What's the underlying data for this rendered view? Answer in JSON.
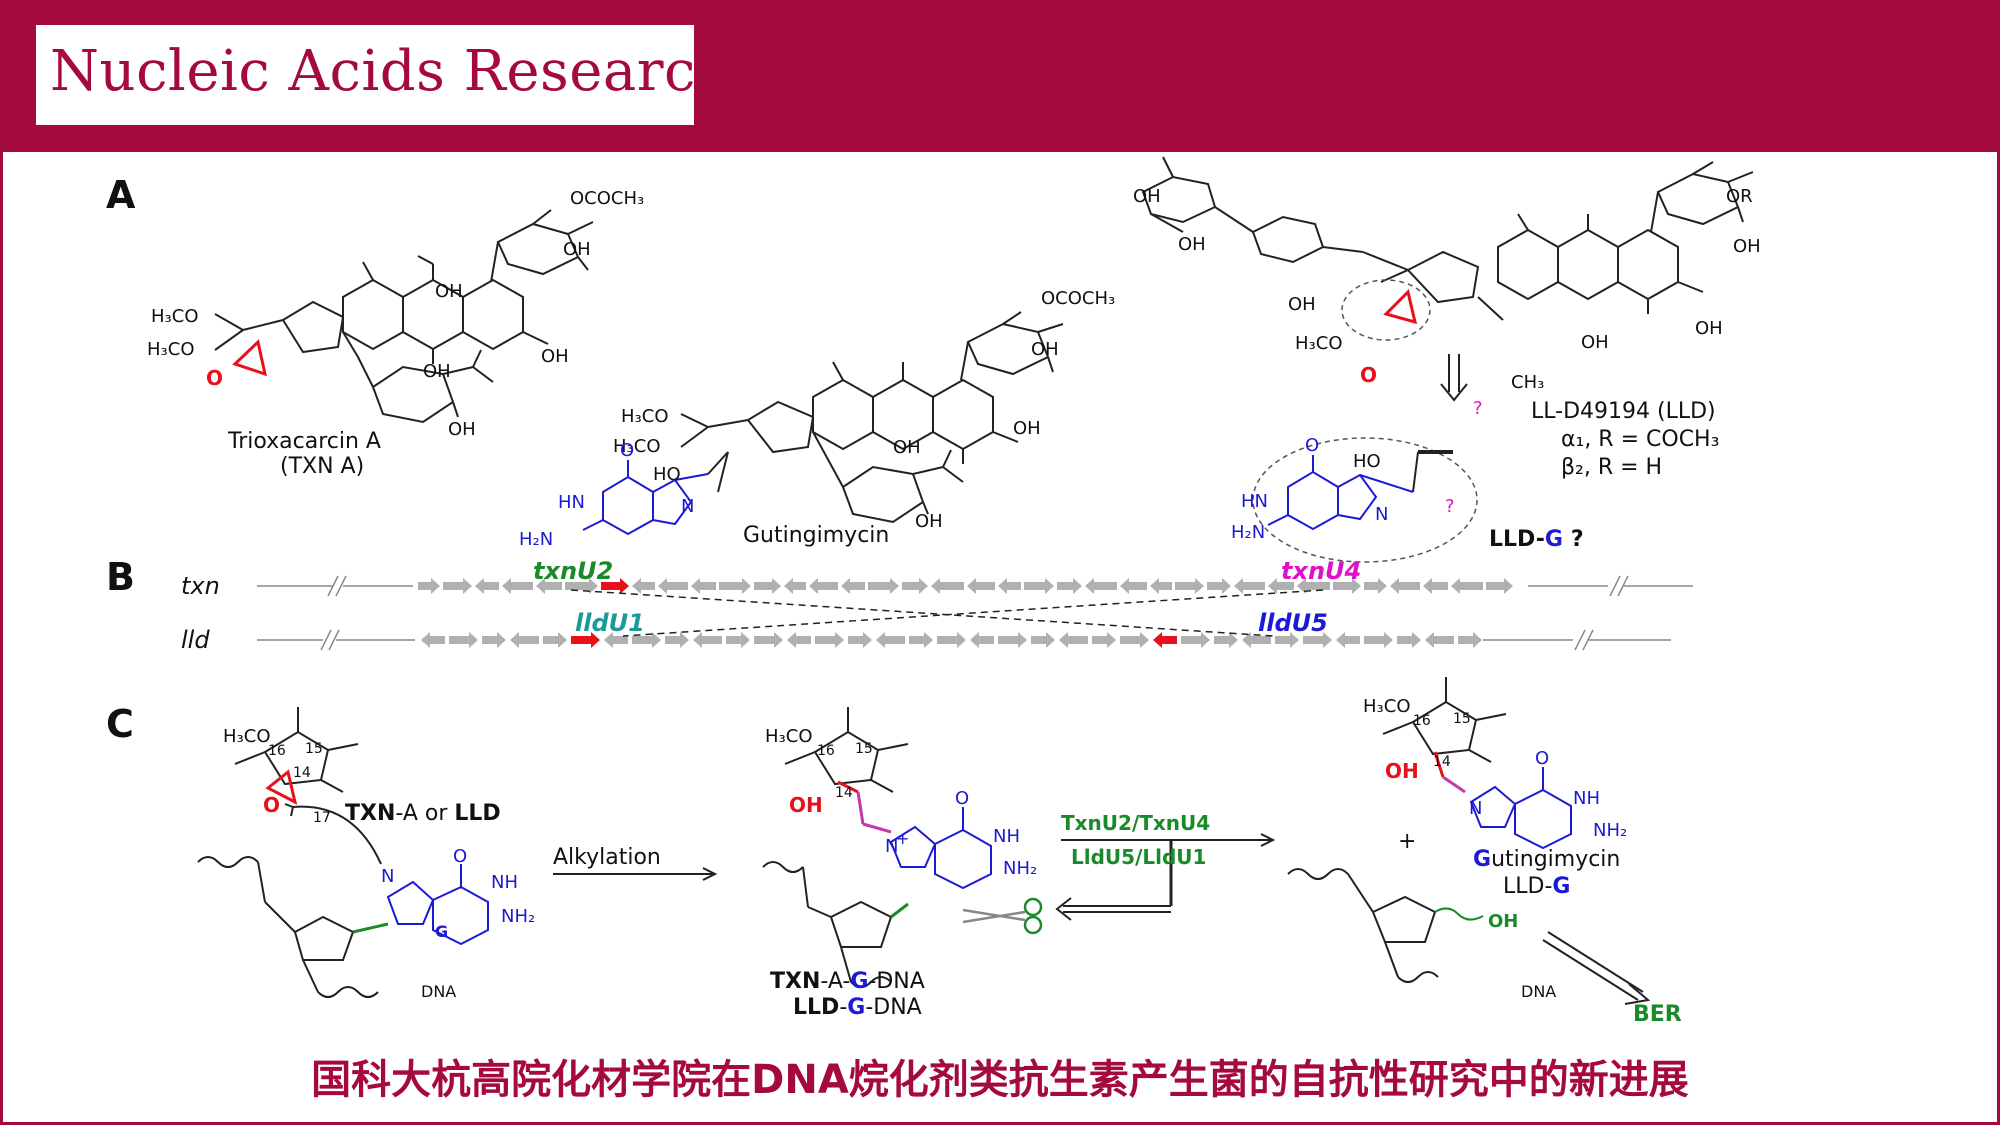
{
  "journal": {
    "name": "Nucleic Acids Research"
  },
  "caption": "国科大杭高院化材学院在DNA烷化剂类抗生素产生菌的自抗性研究中的新进展",
  "colors": {
    "brand": "#a50a3d",
    "epoxide_red": "#e8101a",
    "base_blue": "#1b1bd6",
    "green": "#1a8a2a",
    "magenta": "#e010c8",
    "teal": "#1a9a9a",
    "gene_gray": "#b0b0b0",
    "gene_red": "#e8101a"
  },
  "panel_a": {
    "label": "A",
    "txn_a": {
      "name": "Trioxacarcin A",
      "abbr": "(TXN A)",
      "sub_ococh3": "OCOCH₃",
      "sub_oh1": "OH",
      "sub_oh2": "OH",
      "sub_oh3": "OH",
      "sub_oh4": "OH",
      "sub_oh5": "OH",
      "sub_h3co1": "H₃CO",
      "sub_h3co2": "H₃CO",
      "epox_o": "O"
    },
    "gutingimycin": {
      "name": "Gutingimycin",
      "sub_ococh3": "OCOCH₃",
      "sub_oh1": "OH",
      "sub_oh2": "OH",
      "sub_oh3": "OH",
      "sub_oh4": "OH",
      "sub_ho": "HO",
      "sub_h3co1": "H₃CO",
      "sub_h3co2": "H₃CO",
      "base_hn": "HN",
      "base_n": "N",
      "base_o": "O",
      "base_nh2": "H₂N"
    },
    "lld": {
      "name": "LL-D49194 (LLD)",
      "alpha": "α₁, R = COCH₃",
      "beta": "β₂, R = H",
      "sub_or": "OR",
      "sub_oh1": "OH",
      "sub_oh2": "OH",
      "sub_oh3": "OH",
      "sub_oh4": "OH",
      "sub_oh5": "OH",
      "sub_oh6": "OH",
      "sub_h3co": "H₃CO",
      "sub_ch3": "CH₃",
      "epox_o": "O",
      "question": "?",
      "product_ho": "HO",
      "product_label": "LLD-",
      "product_g": "G",
      "product_q": "?",
      "base_hn": "HN",
      "base_o": "O",
      "base_nh2": "H₂N",
      "base_n": "N"
    }
  },
  "panel_b": {
    "label": "B",
    "txn_row": "txn",
    "lld_row": "lld",
    "genes": {
      "txnU2": "txnU2",
      "txnU4": "txnU4",
      "lldU1": "lldU1",
      "lldU5": "lldU5"
    }
  },
  "panel_c": {
    "label": "C",
    "reactant_label_a": "TXN",
    "reactant_label_b": "-A or ",
    "reactant_label_c": "LLD",
    "h3co": "H₃CO",
    "c16": "16",
    "c15": "15",
    "c14": "14",
    "c17": "17",
    "base_g": "G",
    "nh": "NH",
    "nh2": "NH₂",
    "n": "N",
    "o": "O",
    "dna": "DNA",
    "alkylation": "Alkylation",
    "intermediate_oh": "OH",
    "plus_charge": "+",
    "enzyme1": "TxnU2/TxnU4",
    "enzyme2": "LldU5/LldU1",
    "adduct1_a": "TXN",
    "adduct1_b": "-A-",
    "adduct1_g": "G",
    "adduct1_c": "-DNA",
    "adduct2_a": "LLD",
    "adduct2_b": "-",
    "adduct2_g": "G",
    "adduct2_c": "-DNA",
    "plus": "+",
    "product_name_g": "G",
    "product_name_rest": "utingimycin",
    "product_lld": "LLD-",
    "product_lld_g": "G",
    "product_oh": "OH",
    "sugar_oh": "OH",
    "ber": "BER"
  }
}
